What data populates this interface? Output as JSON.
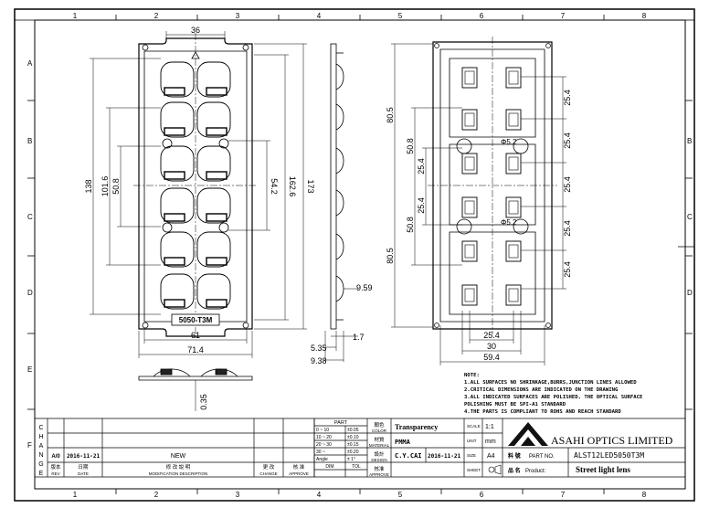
{
  "frame": {
    "col_labels": [
      "1",
      "2",
      "3",
      "4",
      "5",
      "6",
      "7",
      "8"
    ],
    "row_labels": [
      "A",
      "B",
      "C",
      "D",
      "E",
      "F"
    ]
  },
  "front_view": {
    "dims": {
      "top_width": "36",
      "total_height_outer": "173",
      "height_inner": "162.6",
      "height_101": "101.6",
      "height_138": "138",
      "height_50": "50.8",
      "height_54": "54.2",
      "width_61": "61",
      "width_71": "71.4"
    },
    "part_label": "5050-T3M"
  },
  "side_view": {
    "dims": {
      "d959": "9.59",
      "d535": "5.35",
      "d17": "1.7",
      "d938": "9.38",
      "d035": "0.35"
    }
  },
  "back_view": {
    "dims": {
      "h805_top": "80.5",
      "h805_bottom": "80.5",
      "h508_top": "50.8",
      "h508_bottom": "50.8",
      "h254_left_a": "25.4",
      "h254_left_b": "25.4",
      "right_254": [
        "25.4",
        "25.4",
        "25.4",
        "25.4",
        "25.4"
      ],
      "phi": "Φ5.2",
      "phi2": "Φ5.2",
      "w254": "25.4",
      "w30": "30",
      "w594": "59.4"
    }
  },
  "notes": {
    "title": "NOTE:",
    "lines": [
      "1.ALL SURFACES NO SHRINKAGE,BURRS,JUNCTION LINES ALLOWED",
      "2.CRITICAL DIMENSIONS ARE INDICATED ON THE DRAWING",
      "3.ALL INDICATED SURFACES ARE POLISHED, THE OPTICAL SURFACE",
      "  POLISHING MUST BE SPI-A1 STANDARD",
      "4.THE PARTS IS COMPLIANT TO ROHS AND REACH STANDARD"
    ]
  },
  "title_block": {
    "change_letters": [
      "C",
      "H",
      "A",
      "N",
      "G",
      "E"
    ],
    "rev_value": "A/0",
    "date_value": "2016-11-21",
    "mod_value": "NEW",
    "rev_label_cn": "版本",
    "rev_label": "REV",
    "date_label_cn": "日期",
    "date_label": "DATE",
    "mod_label_cn": "修 改 說 明",
    "mod_label": "MODIFICATION DESCRIPTION",
    "change_cn": "更 改",
    "change_label": "CHANGE",
    "approve_cn": "核 准",
    "approve_label": "APPROVE",
    "part_header": "PART",
    "tol_rows": [
      {
        "range": "0 ~ 10",
        "tol": "±0.05"
      },
      {
        "range": "10 ~ 20",
        "tol": "±0.10"
      },
      {
        "range": "20 ~ 30",
        "tol": "±0.15"
      },
      {
        "range": "30 ~",
        "tol": "±0.20"
      },
      {
        "range": "Angle",
        "tol": "± 1°"
      }
    ],
    "dim_label": "DIM",
    "tol_label": "TOL",
    "color_cn": "顏色",
    "color_label": "COLOR",
    "material_cn": "材質",
    "material_label": "MATERIAL",
    "design_cn": "設計",
    "design_label": "DESIGN",
    "approve2_cn": "核准",
    "approve2_label": "APPROVE",
    "color_value": "Transparency",
    "material_value": "PMMA",
    "designer": "C.Y.CAI",
    "design_date": "2016-11-21",
    "scale_label": "SCALE",
    "scale_value": "1:1",
    "unit_label": "UNIT",
    "unit_value": "mm",
    "size_label": "SIZE",
    "size_value": "A4",
    "sheet_label": "SHEET",
    "company": "ASAHI OPTICS LIMITED",
    "partno_cn": "料 號",
    "partno_label": "PART NO.",
    "partno_value": "ALST12LED5050T3M",
    "product_cn": "品 名",
    "product_label": "Product:",
    "product_value": "Street light lens"
  }
}
